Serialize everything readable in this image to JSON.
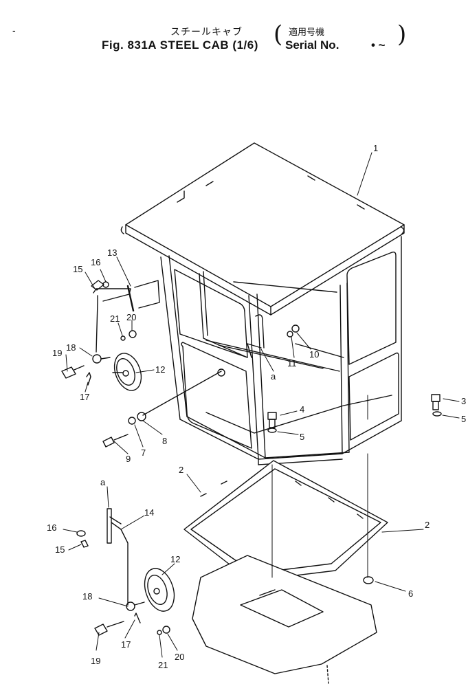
{
  "header": {
    "title_jp": "スチールキャブ",
    "title_en": "Fig. 831A  STEEL CAB (1/6)",
    "serial_jp": "適用号機",
    "serial_en": "Serial No.",
    "serial_range": "• ~",
    "corner_mark": "-"
  },
  "callouts": [
    {
      "id": "c1",
      "label": "1"
    },
    {
      "id": "c2a",
      "label": "2"
    },
    {
      "id": "c2b",
      "label": "2"
    },
    {
      "id": "c3",
      "label": "3"
    },
    {
      "id": "c4",
      "label": "4"
    },
    {
      "id": "c5a",
      "label": "5"
    },
    {
      "id": "c5b",
      "label": "5"
    },
    {
      "id": "c6",
      "label": "6"
    },
    {
      "id": "c7",
      "label": "7"
    },
    {
      "id": "c8",
      "label": "8"
    },
    {
      "id": "c9",
      "label": "9"
    },
    {
      "id": "c10",
      "label": "10"
    },
    {
      "id": "c11",
      "label": "11"
    },
    {
      "id": "c12a",
      "label": "12"
    },
    {
      "id": "c12b",
      "label": "12"
    },
    {
      "id": "c13",
      "label": "13"
    },
    {
      "id": "c14",
      "label": "14"
    },
    {
      "id": "c15a",
      "label": "15"
    },
    {
      "id": "c15b",
      "label": "15"
    },
    {
      "id": "c16a",
      "label": "16"
    },
    {
      "id": "c16b",
      "label": "16"
    },
    {
      "id": "c17a",
      "label": "17"
    },
    {
      "id": "c17b",
      "label": "17"
    },
    {
      "id": "c18a",
      "label": "18"
    },
    {
      "id": "c18b",
      "label": "18"
    },
    {
      "id": "c19a",
      "label": "19"
    },
    {
      "id": "c19b",
      "label": "19"
    },
    {
      "id": "c20a",
      "label": "20"
    },
    {
      "id": "c20b",
      "label": "20"
    },
    {
      "id": "c21a",
      "label": "21"
    },
    {
      "id": "c21b",
      "label": "21"
    },
    {
      "id": "ra",
      "label": "a"
    },
    {
      "id": "rb",
      "label": "a"
    }
  ]
}
